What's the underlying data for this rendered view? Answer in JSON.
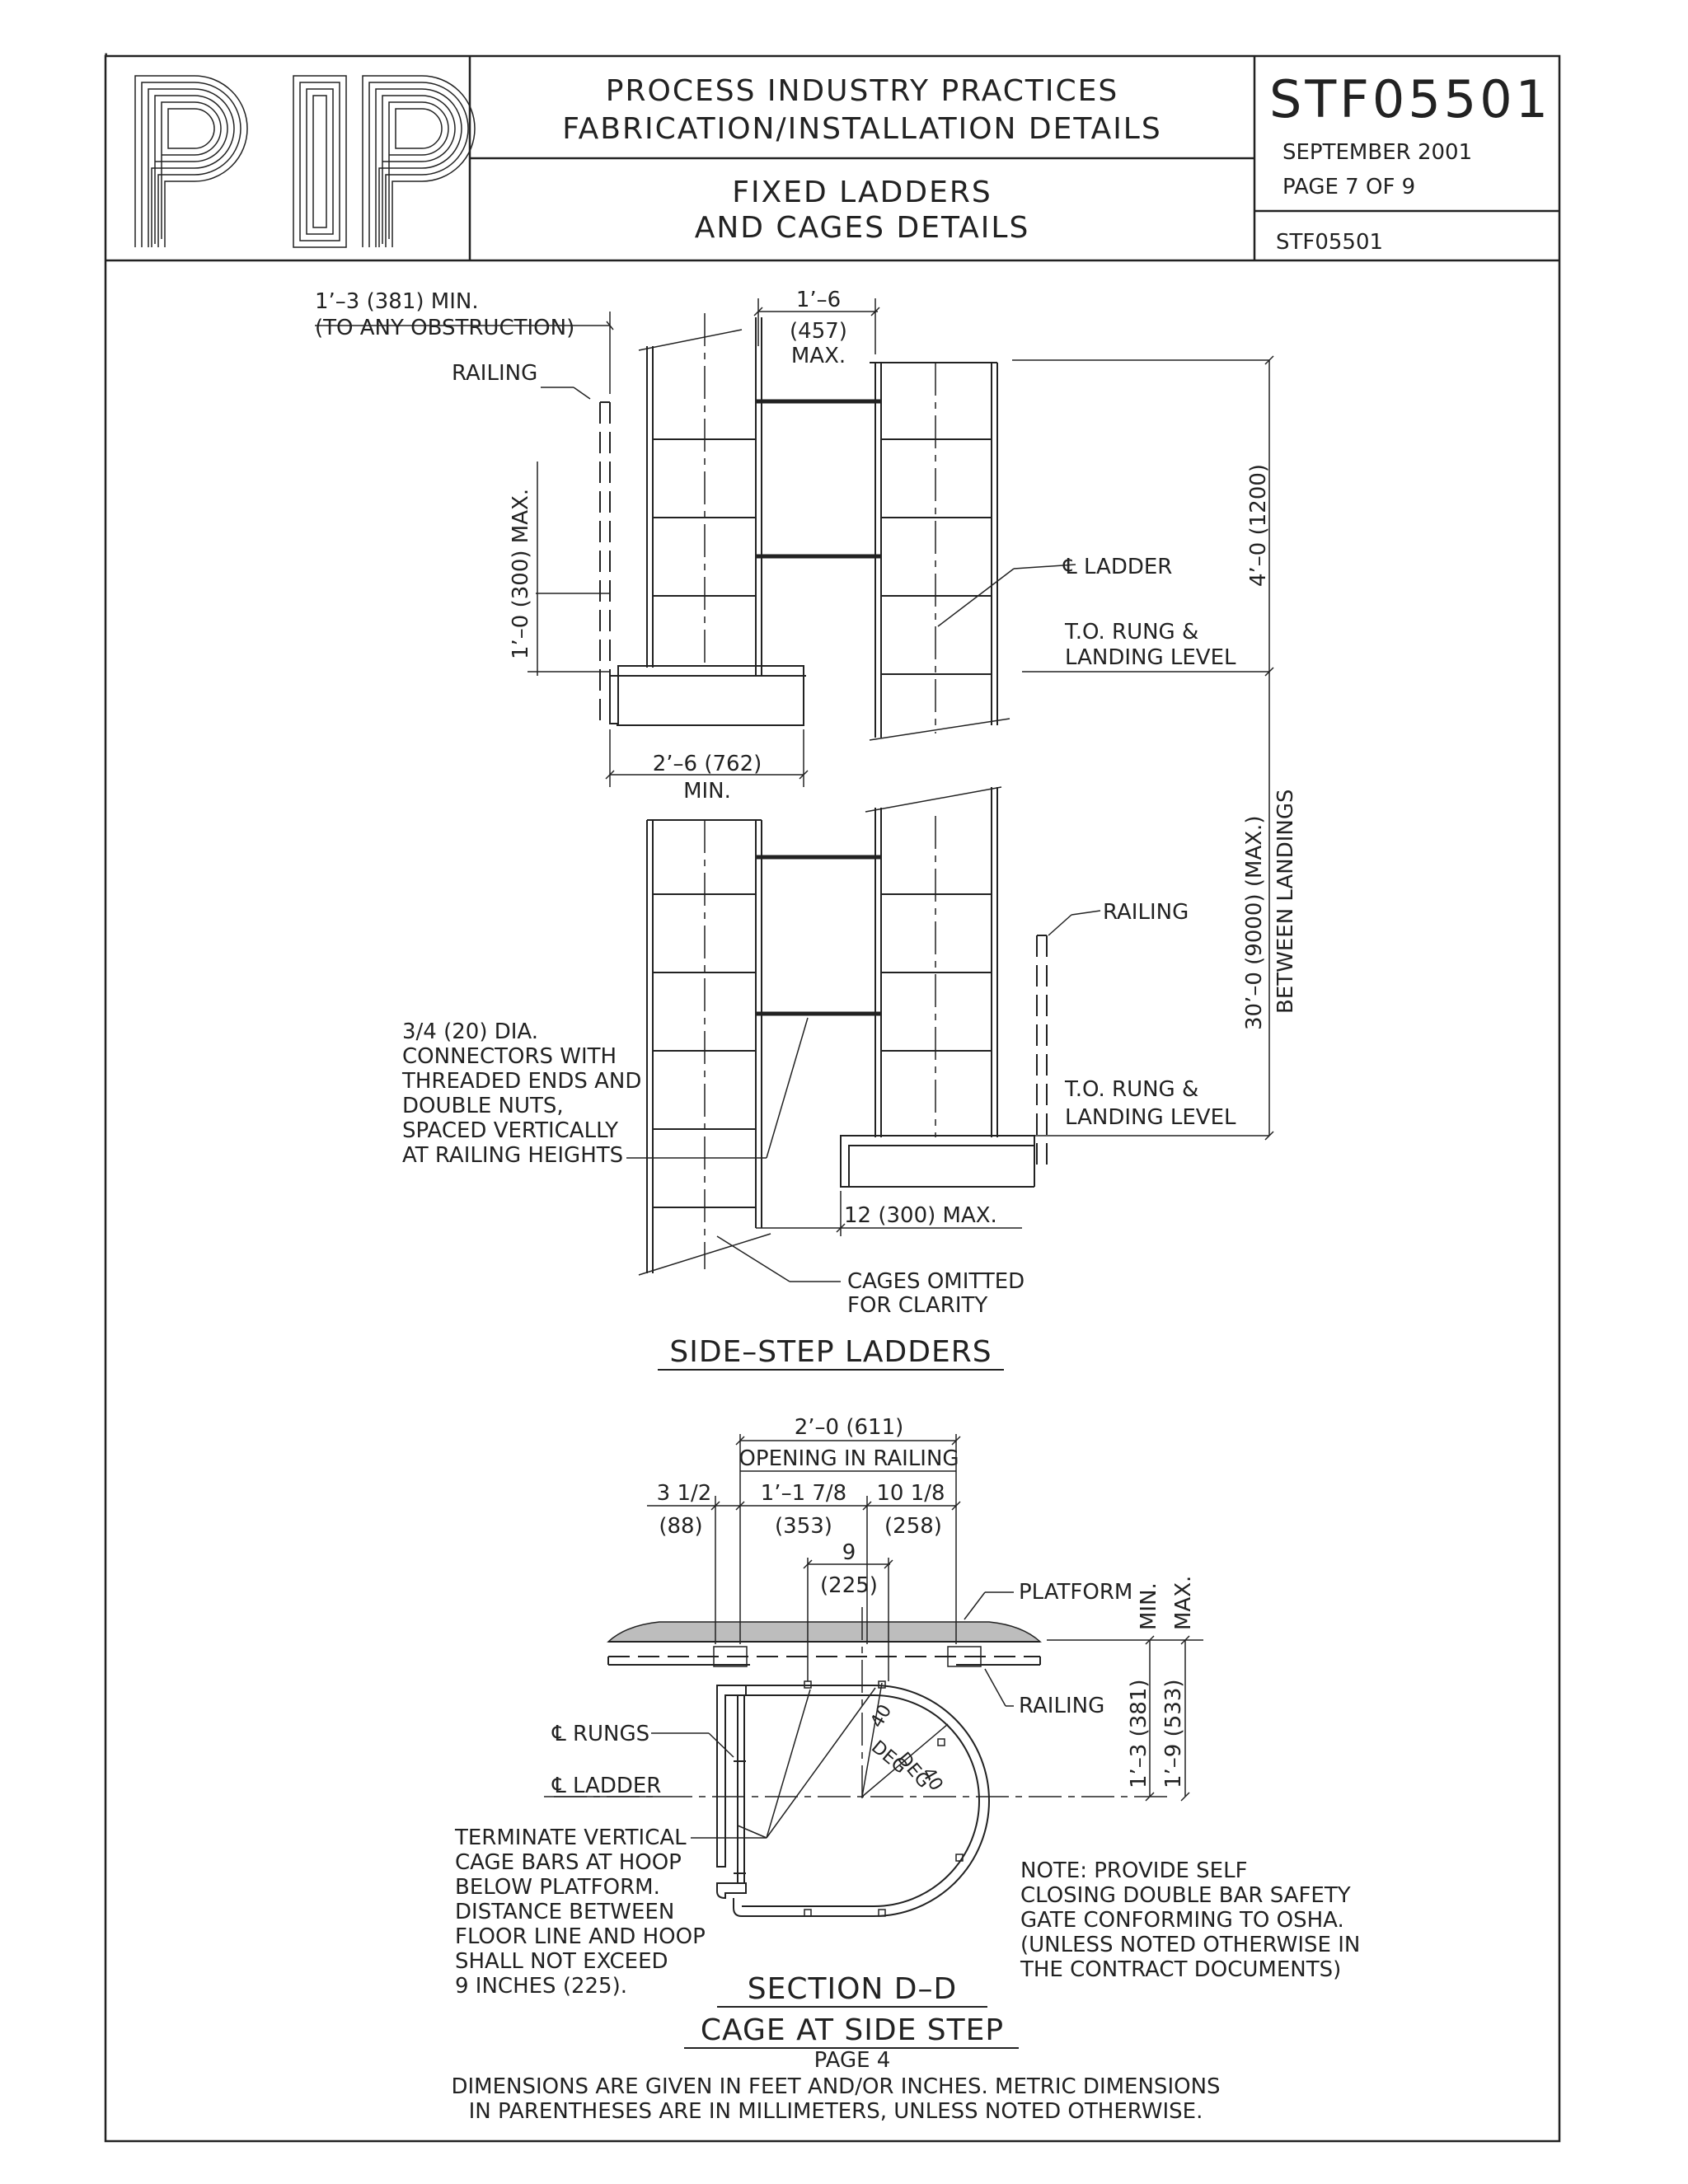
{
  "title_block": {
    "logo_text": "PIP",
    "header_line1": "PROCESS INDUSTRY PRACTICES",
    "header_line2": "FABRICATION/INSTALLATION DETAILS",
    "drawing_title_line1": "FIXED LADDERS",
    "drawing_title_line2": "AND CAGES DETAILS",
    "drawing_number": "STF05501",
    "date": "SEPTEMBER 2001",
    "page": "PAGE  7   OF  9",
    "ref_number": "STF05501"
  },
  "side_step": {
    "dim_obstruction_1": "1’–3 (381) MIN.",
    "dim_obstruction_2": "(TO ANY OBSTRUCTION)",
    "dim_width_1": "1’–6",
    "dim_width_2": "(457)",
    "dim_width_3": "MAX.",
    "railing_top": "RAILING",
    "dim_vertical_rail": "1’–0  (300) MAX.",
    "centerline_ladder": "℄ LADDER",
    "rung_level_1a": "T.O. RUNG &",
    "rung_level_1b": "LANDING LEVEL",
    "dim_4ft": "4’–0 (1200)",
    "dim_platform_1": "2’–6 (762)",
    "dim_platform_2": "MIN.",
    "dim_30ft": "30’–0 (9000) (MAX.)",
    "between_landings": "BETWEEN LANDINGS",
    "railing_bottom": "RAILING",
    "connectors_note": [
      "3/4 (20) DIA.",
      "CONNECTORS WITH",
      "THREADED ENDS AND",
      "DOUBLE NUTS,",
      "SPACED VERTICALLY",
      "AT RAILING HEIGHTS"
    ],
    "rung_level_2a": "T.O. RUNG &",
    "rung_level_2b": "LANDING LEVEL",
    "dim_12": "12 (300) MAX.",
    "cages_omitted_1": "CAGES OMITTED",
    "cages_omitted_2": "FOR CLARITY",
    "caption": "SIDE–STEP LADDERS"
  },
  "section_dd": {
    "dim_2ft": "2’–0 (611)",
    "opening": "OPENING IN RAILING",
    "dim_3half_1": "3 1/2",
    "dim_3half_2": "(88)",
    "dim_1ft_1": "1’–1 7/8",
    "dim_1ft_2": "(353)",
    "dim_10_1": "10 1/8",
    "dim_10_2": "(258)",
    "dim_9_1": "9",
    "dim_9_2": "(225)",
    "platform": "PLATFORM",
    "min_label": "MIN.",
    "max_label": "MAX.",
    "railing": "RAILING",
    "rungs": "℄ RUNGS",
    "ladder": "℄ LADDER",
    "angle1": "40",
    "angle1b": "DEG",
    "angle2": "40",
    "angle2b": "DEG",
    "dim_381": "1’–3 (381)",
    "dim_533": "1’–9 (533)",
    "terminate_note": [
      "TERMINATE VERTICAL",
      "CAGE BARS AT HOOP",
      "BELOW PLATFORM.",
      "DISTANCE BETWEEN",
      "FLOOR LINE AND HOOP",
      "SHALL NOT EXCEED",
      "9 INCHES (225)."
    ],
    "note": [
      "NOTE:  PROVIDE  SELF",
      "CLOSING DOUBLE BAR SAFETY",
      "GATE CONFORMING TO OSHA.",
      "(UNLESS NOTED OTHERWISE IN",
      "THE CONTRACT DOCUMENTS)"
    ],
    "caption1": "SECTION  D–D",
    "caption2": "CAGE  AT  SIDE  STEP",
    "caption3": "PAGE  4"
  },
  "footer": {
    "line1": "DIMENSIONS ARE GIVEN IN FEET AND/OR INCHES. METRIC DIMENSIONS",
    "line2": "IN PARENTHESES ARE IN MILLIMETERS, UNLESS NOTED OTHERWISE."
  }
}
